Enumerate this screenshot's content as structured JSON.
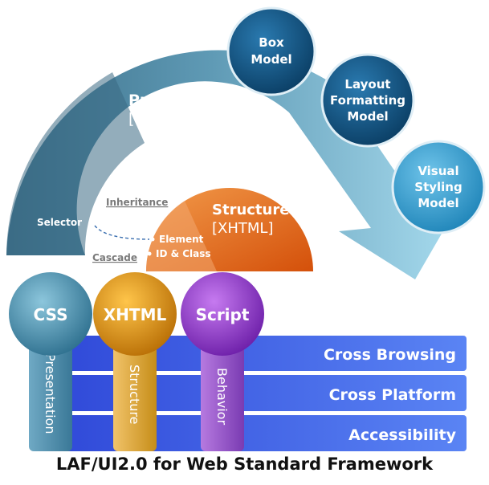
{
  "diagram": {
    "arc": {
      "label_line1": "Presentation",
      "label_line2": "[CSS]"
    },
    "circles": {
      "box_model": [
        "Box",
        "Model"
      ],
      "layout_model": [
        "Layout",
        "Formatting",
        "Model"
      ],
      "visual_model": [
        "Visual",
        "Styling",
        "Model"
      ]
    },
    "structure": {
      "label_line1": "Structure",
      "label_line2": "[XHTML]",
      "element": "Element",
      "id_class": "ID & Class"
    },
    "selector": "Selector",
    "inheritance": "Inheritance",
    "cascade": "Cascade",
    "layers": [
      "Cross Browsing",
      "Cross Platform",
      "Accessibility"
    ],
    "pillars": [
      {
        "badge": "CSS",
        "label": "Presentation"
      },
      {
        "badge": "XHTML",
        "label": "Structure"
      },
      {
        "badge": "Script",
        "label": "Behavior"
      }
    ],
    "colors": {
      "arc_dark": "#3f7590",
      "arc_light": "#a9dcef",
      "circle_dark": "#12517f",
      "structure": "#e3660e",
      "layer_blue": "#3f63ea",
      "css": "#3a84a5",
      "xhtml": "#d08a10",
      "script": "#8a2ec8"
    }
  },
  "footer": {
    "title": "LAF/UI2.0 for Web Standard Framework"
  }
}
